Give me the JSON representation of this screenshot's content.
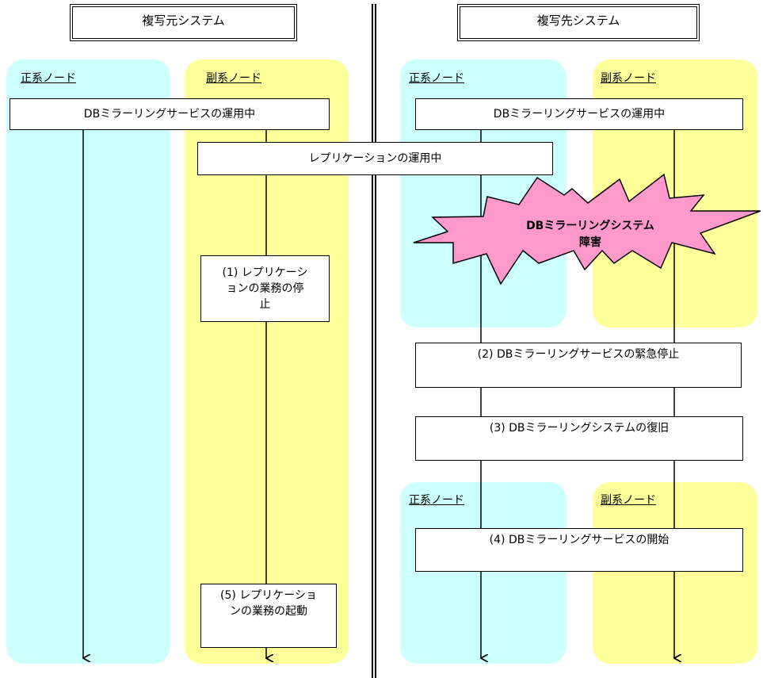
{
  "source_system": {
    "title": "複写元システム"
  },
  "target_system": {
    "title": "複写先システム"
  },
  "lanes": {
    "primary": "正系ノード",
    "secondary": "副系ノード"
  },
  "boxes": {
    "src_mirroring_running": "DBミラーリングサービスの運用中",
    "replication_running": "レプリケーションの運用中",
    "tgt_mirroring_running": "DBミラーリングサービスの運用中",
    "step1": [
      "(1) レプリケーシ",
      "ョンの業務の停",
      "止"
    ],
    "step2": "(2) DBミラーリングサービスの緊急停止",
    "step3": "(3) DBミラーリングシステムの復旧",
    "step4": "(4) DBミラーリングサービスの開始",
    "step5": [
      "(5) レプリケーショ",
      "ンの業務の起動"
    ]
  },
  "failure": {
    "lines": [
      "DBミラーリングシステム",
      "障害"
    ],
    "color": "#ff99cc"
  },
  "colors": {
    "primary_lane": "#ccffff",
    "secondary_lane": "#ffff99"
  }
}
